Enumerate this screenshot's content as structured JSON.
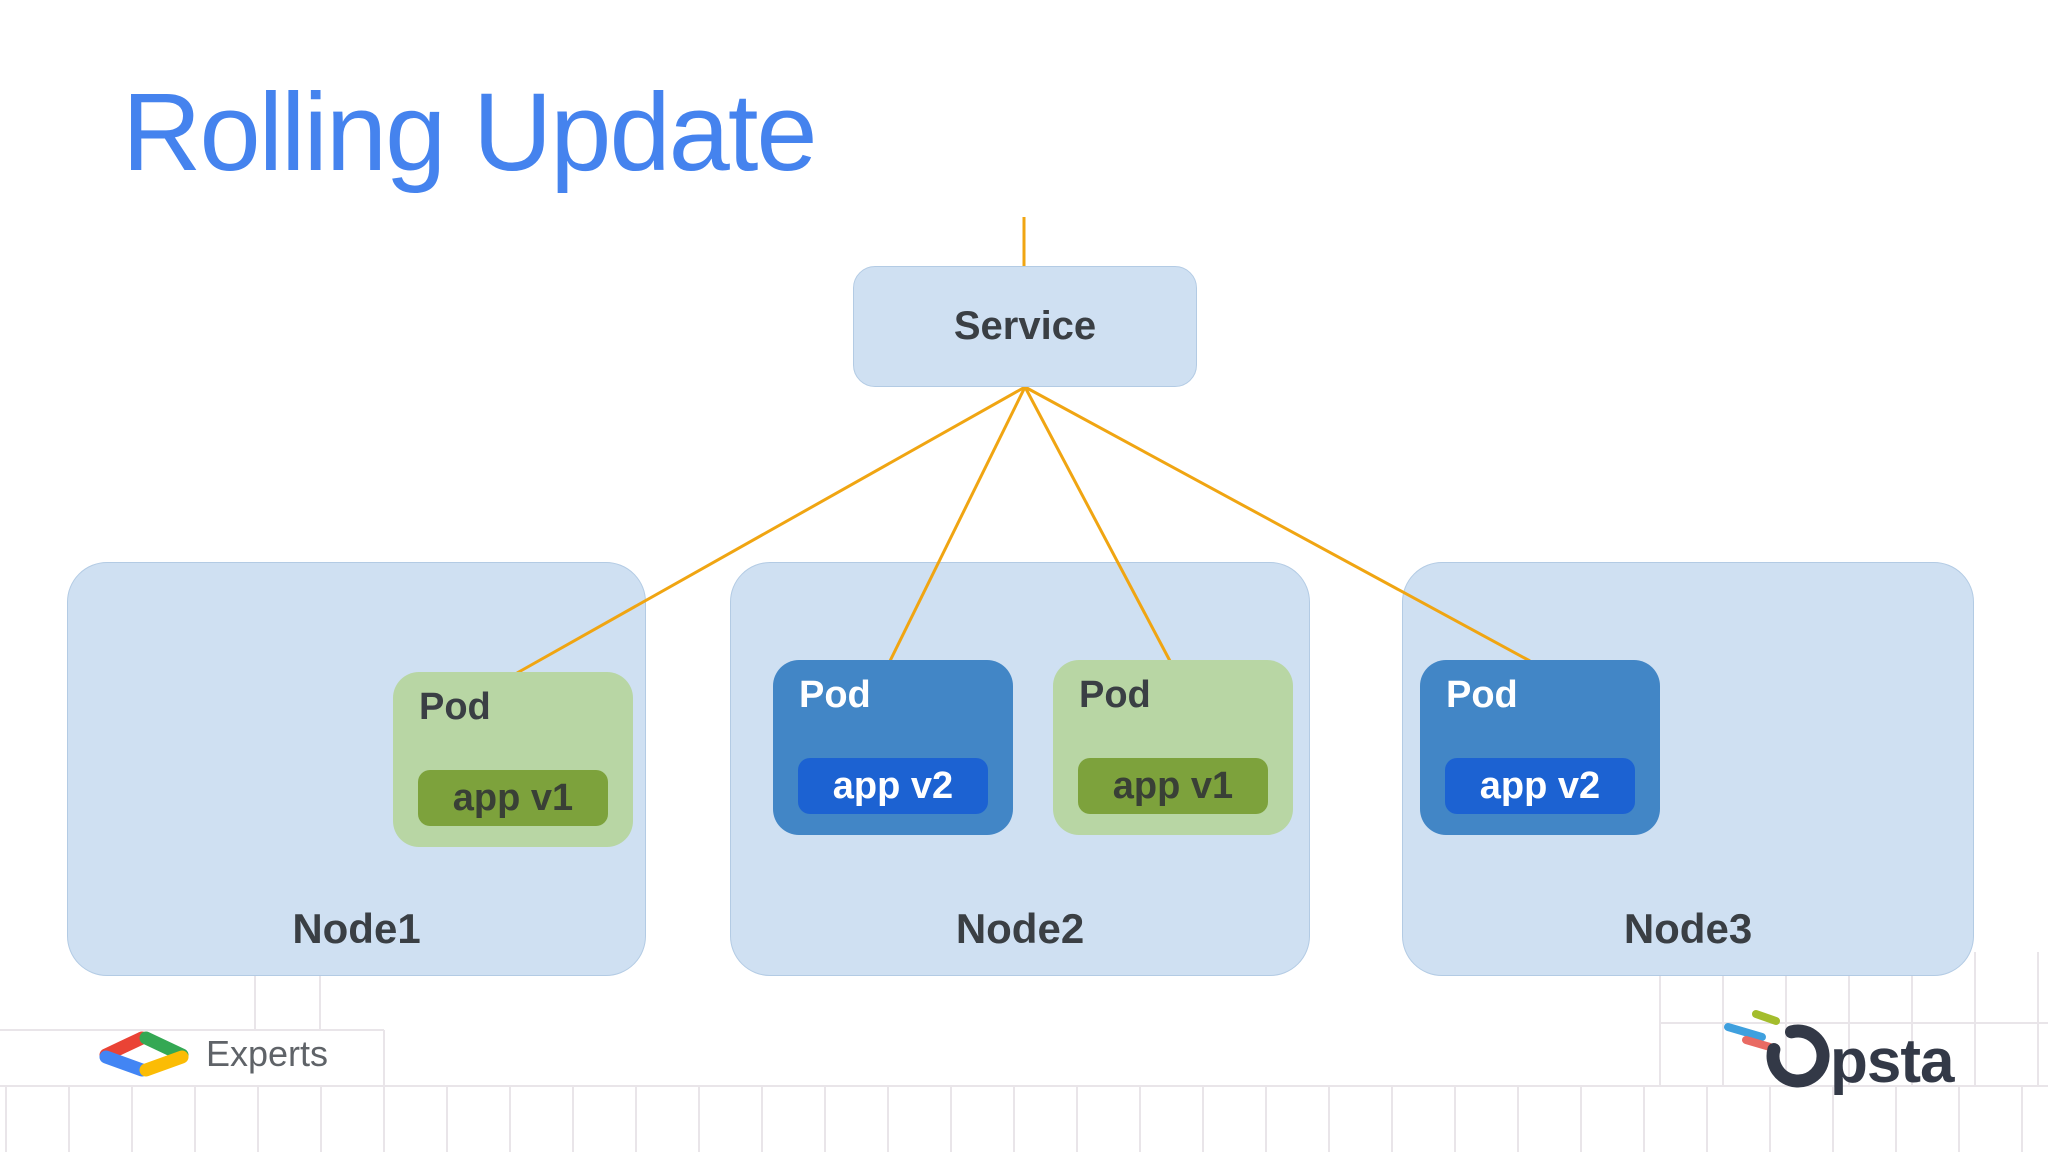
{
  "title": "Rolling Update",
  "service": {
    "label": "Service"
  },
  "nodes": [
    {
      "label": "Node1",
      "pods": [
        {
          "label": "Pod",
          "app": "app v1",
          "variant": "green"
        }
      ]
    },
    {
      "label": "Node2",
      "pods": [
        {
          "label": "Pod",
          "app": "app v2",
          "variant": "blue"
        },
        {
          "label": "Pod",
          "app": "app v1",
          "variant": "green"
        }
      ]
    },
    {
      "label": "Node3",
      "pods": [
        {
          "label": "Pod",
          "app": "app v2",
          "variant": "blue"
        }
      ]
    }
  ],
  "footer": {
    "experts_label": "Experts",
    "brand_name": "Opsta",
    "brand_wordmark_tail": "psta"
  },
  "colors": {
    "title_blue": "#4583ee",
    "node_fill": "#cfe0f2",
    "node_border": "#b3cbe4",
    "pod_green": "#b8d6a4",
    "app_green": "#7da23c",
    "pod_blue": "#4286c6",
    "app_blue": "#1c62d2",
    "connector_yellow": "#f0a512",
    "label_dark": "#3a3f44",
    "grid_line": "#e9e5e9",
    "experts_text": "#5f6368",
    "opsta_navy": "#333947",
    "google_red": "#ea4335",
    "google_blue": "#4285f4",
    "google_green": "#34a853",
    "google_yellow": "#fbbc05",
    "opsta_dash_green": "#a4bd2d",
    "opsta_dash_blue": "#3fa0de",
    "opsta_dash_red": "#e96a63"
  }
}
